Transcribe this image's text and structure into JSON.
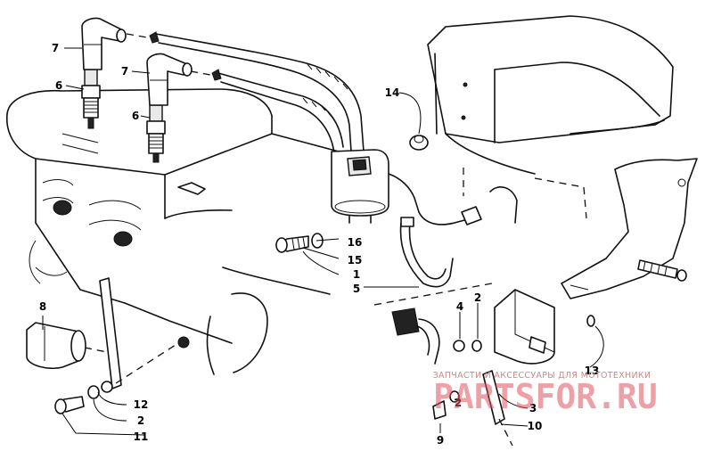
{
  "callouts": [
    {
      "id": "c7a",
      "text": "7"
    },
    {
      "id": "c6a",
      "text": "6"
    },
    {
      "id": "c7b",
      "text": "7"
    },
    {
      "id": "c6b",
      "text": "6"
    },
    {
      "id": "c14",
      "text": "14"
    },
    {
      "id": "c16",
      "text": "16"
    },
    {
      "id": "c15",
      "text": "15"
    },
    {
      "id": "c1",
      "text": "1"
    },
    {
      "id": "c5",
      "text": "5"
    },
    {
      "id": "c8",
      "text": "8"
    },
    {
      "id": "c4",
      "text": "4"
    },
    {
      "id": "c2a",
      "text": "2"
    },
    {
      "id": "c13",
      "text": "13"
    },
    {
      "id": "c12",
      "text": "12"
    },
    {
      "id": "c2b",
      "text": "2"
    },
    {
      "id": "c11",
      "text": "11"
    },
    {
      "id": "c2c",
      "text": "2"
    },
    {
      "id": "c3",
      "text": "3"
    },
    {
      "id": "c9",
      "text": "9"
    },
    {
      "id": "c10",
      "text": "10"
    }
  ],
  "watermark": {
    "tagline": "ЗАПЧАСТИ И АКСЕССУАРЫ ДЛЯ МОТОТЕХНИКИ",
    "brand": "PARTSFOR.RU"
  },
  "colors": {
    "line": "#111111",
    "watermark_red": "#e05560"
  }
}
